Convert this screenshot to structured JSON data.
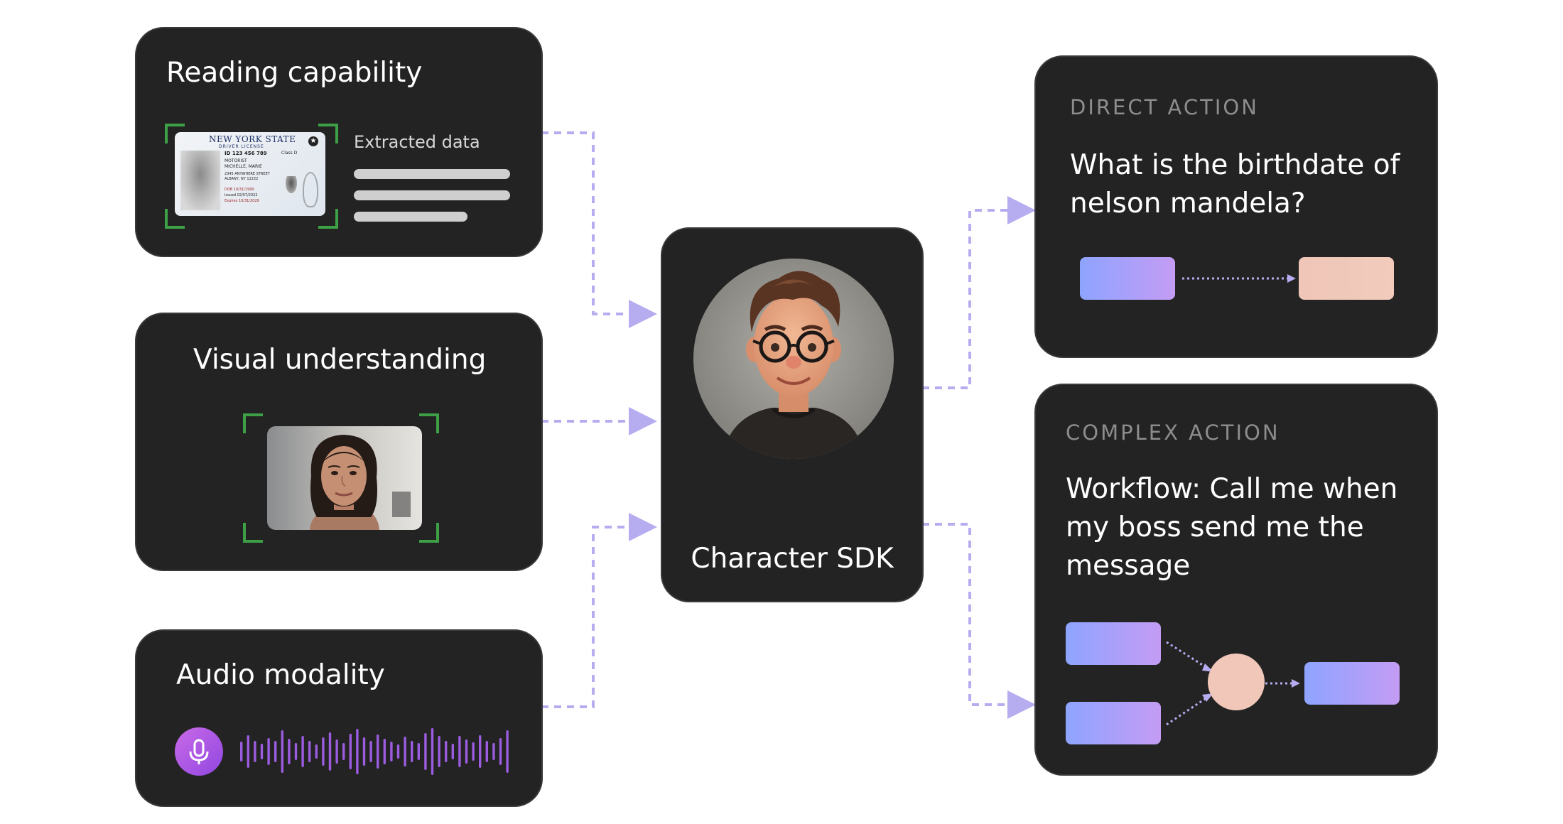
{
  "cards": {
    "reading": {
      "title": "Reading capability",
      "extracted_label": "Extracted data"
    },
    "license": {
      "state": "NEW YORK STATE",
      "type": "DRIVER LICENSE",
      "id": "ID 123 456 789",
      "class": "Class D",
      "name_line1": "MOTORIST",
      "name_line2": "MICHELLE, MARIE",
      "addr_line1": "2345 ANYWHERE STREET",
      "addr_line2": "ALBANY, NY 12222",
      "dob": "DOB 10/31/1990",
      "issued": "Issued 02/07/2022",
      "expires": "Expires 10/31/2029"
    },
    "visual": {
      "title": "Visual understanding"
    },
    "audio": {
      "title": "Audio modality"
    },
    "center": {
      "title": "Character SDK"
    },
    "direct": {
      "kicker": "DIRECT ACTION",
      "question": "What is the birthdate of nelson mandela?"
    },
    "complex": {
      "kicker": "COMPLEX ACTION",
      "question": "Workflow: Call me when my boss send me the message"
    }
  },
  "colors": {
    "card_bg": "#232323",
    "connector": "#b6acf0",
    "bracket": "#3ea046",
    "wave": "#9b5ce0",
    "gradient_start": "#8ea4ff",
    "gradient_end": "#c49cf4",
    "peach": "#f0c7b8"
  },
  "icons": {
    "mic": "microphone-icon",
    "waveform": "waveform-icon",
    "avatar": "cartoon-character-avatar",
    "license": "driver-license-card",
    "face": "woman-face-photo"
  }
}
